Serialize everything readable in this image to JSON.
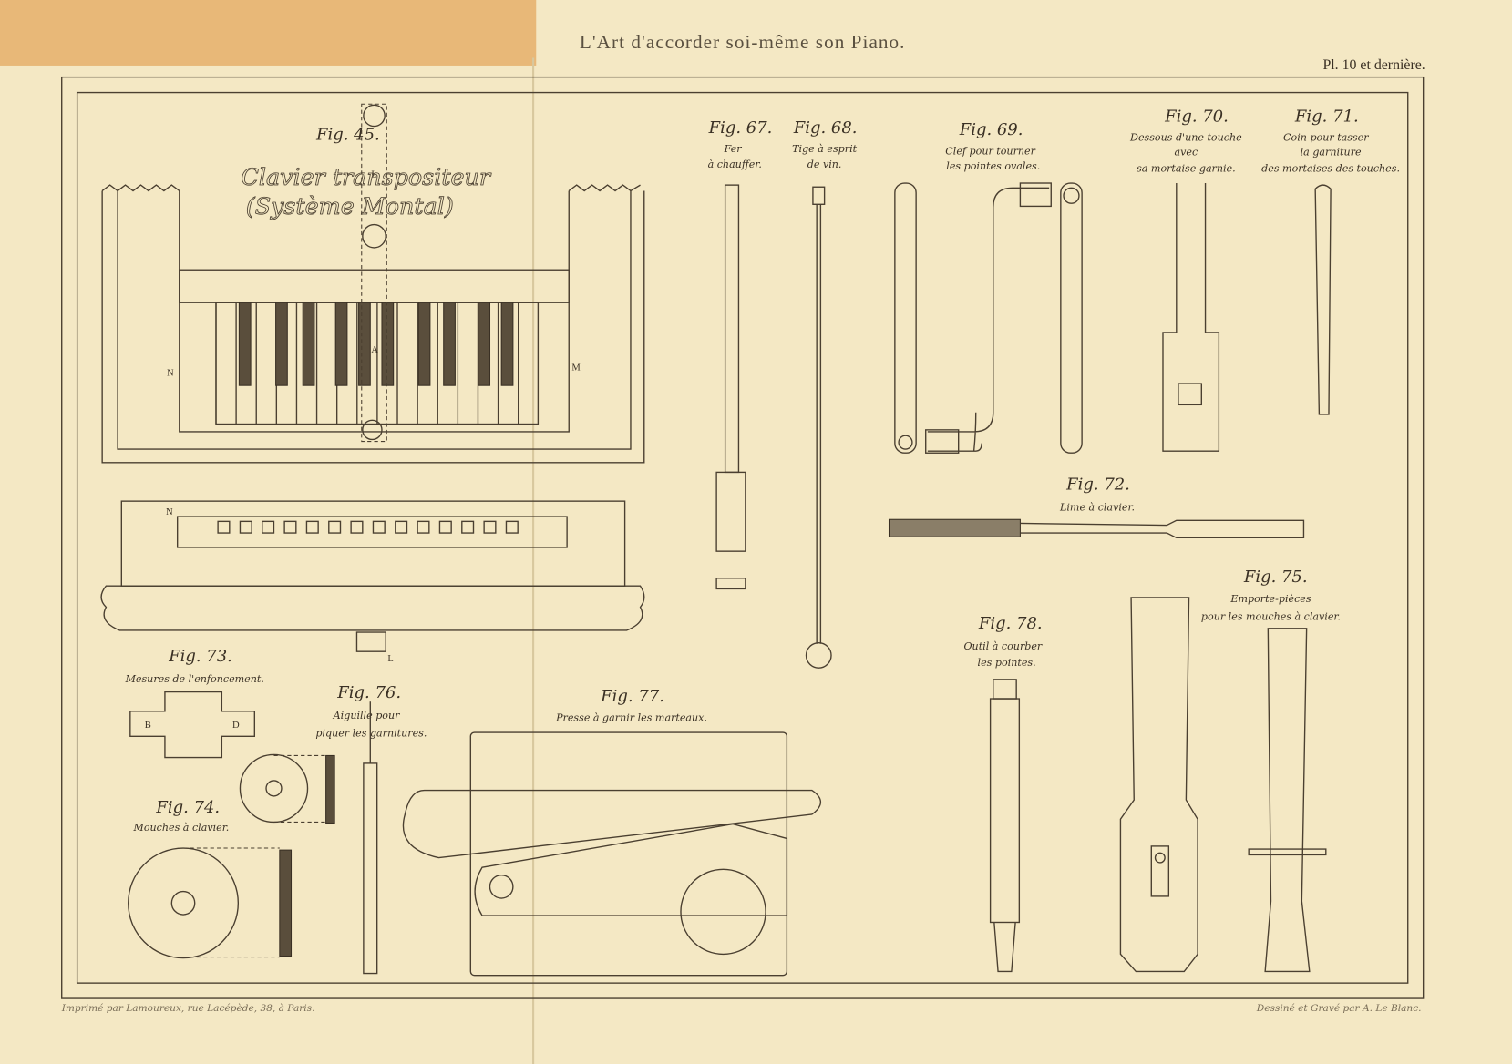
{
  "header": {
    "title": "L'Art d'accorder soi-même son Piano.",
    "plate": "Pl. 10 et dernière."
  },
  "figures": {
    "f45": {
      "num": "Fig. 45.",
      "line1": "Clavier transpositeur",
      "line2": "(Système Montal)",
      "labels": {
        "L": "L",
        "A": "A",
        "N": "N",
        "M": "M"
      }
    },
    "f67": {
      "num": "Fig. 67.",
      "line1": "Fer",
      "line2": "à chauffer."
    },
    "f68": {
      "num": "Fig. 68.",
      "line1": "Tige à esprit",
      "line2": "de vin."
    },
    "f69": {
      "num": "Fig. 69.",
      "line1": "Clef pour tourner",
      "line2": "les pointes ovales."
    },
    "f70": {
      "num": "Fig. 70.",
      "line1": "Dessous d'une touche",
      "line2": "avec",
      "line3": "sa mortaise garnie."
    },
    "f71": {
      "num": "Fig. 71.",
      "line1": "Coin pour tasser",
      "line2": "la garniture",
      "line3": "des mortaises des touches."
    },
    "f72": {
      "num": "Fig. 72.",
      "line1": "Lime à clavier."
    },
    "f73": {
      "num": "Fig. 73.",
      "line1": "Mesures de l'enfoncement.",
      "labels": {
        "B": "B",
        "D": "D"
      }
    },
    "f74": {
      "num": "Fig. 74.",
      "line1": "Mouches à clavier."
    },
    "f75": {
      "num": "Fig. 75.",
      "line1": "Emporte-pièces",
      "line2": "pour les mouches à clavier."
    },
    "f76": {
      "num": "Fig. 76.",
      "line1": "Aiguille pour",
      "line2": "piquer les garnitures."
    },
    "f77": {
      "num": "Fig. 77.",
      "line1": "Presse à garnir les marteaux."
    },
    "f78": {
      "num": "Fig. 78.",
      "line1": "Outil à courber",
      "line2": "les pointes."
    }
  },
  "footer": {
    "printer": "Imprimé par Lamoureux, rue Lacépède, 38, à Paris.",
    "engraver": "Dessiné et Gravé par A. Le Blanc."
  },
  "colors": {
    "paper": "#f4e8c4",
    "tape": "#e8b878",
    "ink": "#3a3024"
  }
}
